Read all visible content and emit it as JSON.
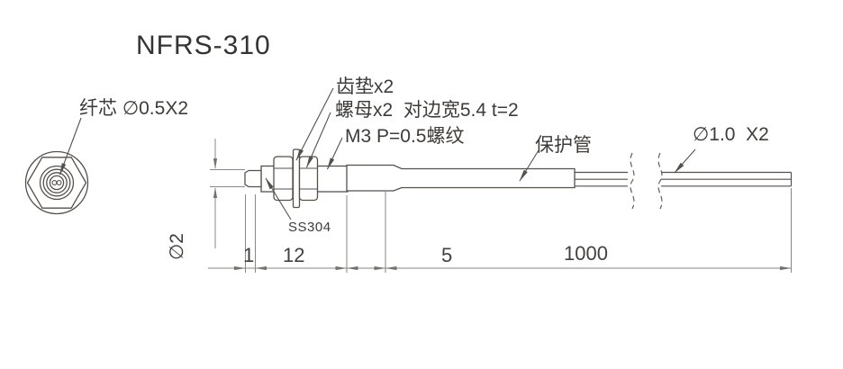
{
  "title": "NFRS-310",
  "labels": {
    "fiber_core": "纤芯 ∅0.5X2",
    "washer": "齿垫x2",
    "nut": "螺母x2  对边宽5.4 t=2",
    "thread": "M3 P=0.5螺纹",
    "tube": "保护管",
    "cable": "∅1.0  X2",
    "material": "SS304",
    "tip_diameter": "∅2"
  },
  "dimensions": {
    "tip_length": "1",
    "thread_length": "12",
    "body_length": "5",
    "cable_length": "1000"
  },
  "colors": {
    "line": "#54504c",
    "dimension": "#8b8784",
    "text": "#3e3c3a",
    "background": "#ffffff"
  }
}
